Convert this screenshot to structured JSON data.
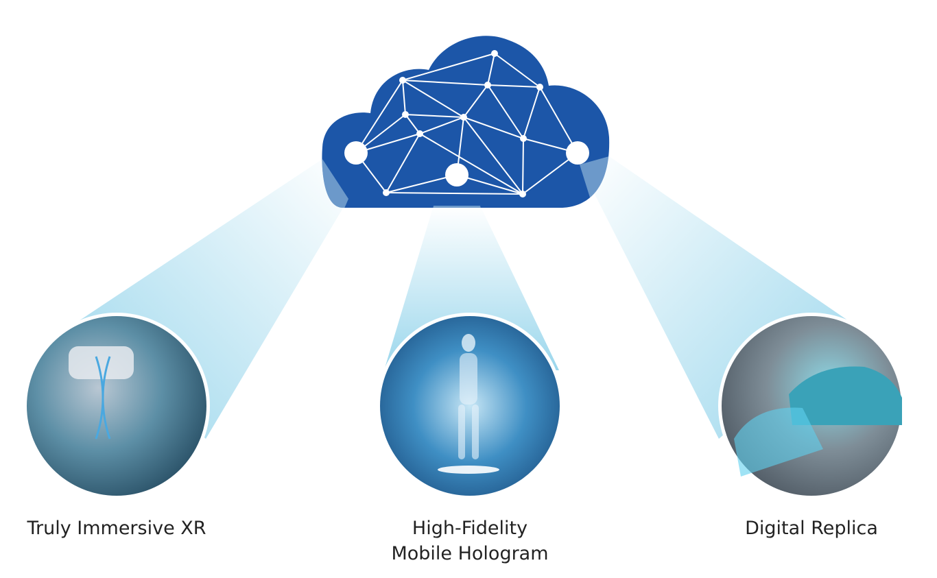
{
  "colors": {
    "cloud": "#1c56a8",
    "beam": "#a9dcee",
    "node": "#ffffff"
  },
  "cloud": {
    "icon": "cloud-network-icon"
  },
  "items": [
    {
      "label": "Truly Immersive XR",
      "image": "vr-headset-user-photo"
    },
    {
      "label_line1": "High-Fidelity",
      "label_line2": "Mobile Hologram",
      "image": "medical-hologram-photo"
    },
    {
      "label": "Digital Replica",
      "image": "digital-twin-car-photo"
    }
  ]
}
